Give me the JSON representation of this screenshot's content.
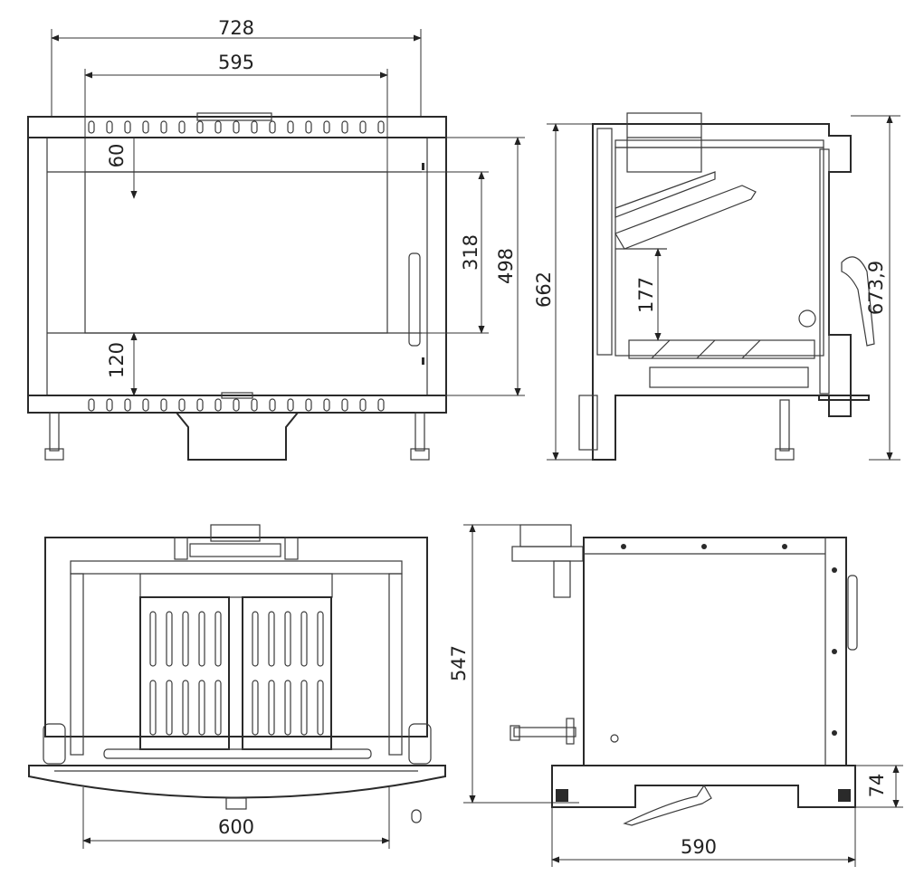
{
  "dimensions": {
    "front_width": "728",
    "glass_width": "595",
    "top_margin": "60",
    "glass_height": "318",
    "door_height": "498",
    "bottom_margin": "120",
    "side_total_height": "662",
    "side_inner_height": "177",
    "side_handle_height": "673,9",
    "top_depth": "547",
    "top_width": "600",
    "rear_depth": "590",
    "rear_base_height": "74"
  }
}
